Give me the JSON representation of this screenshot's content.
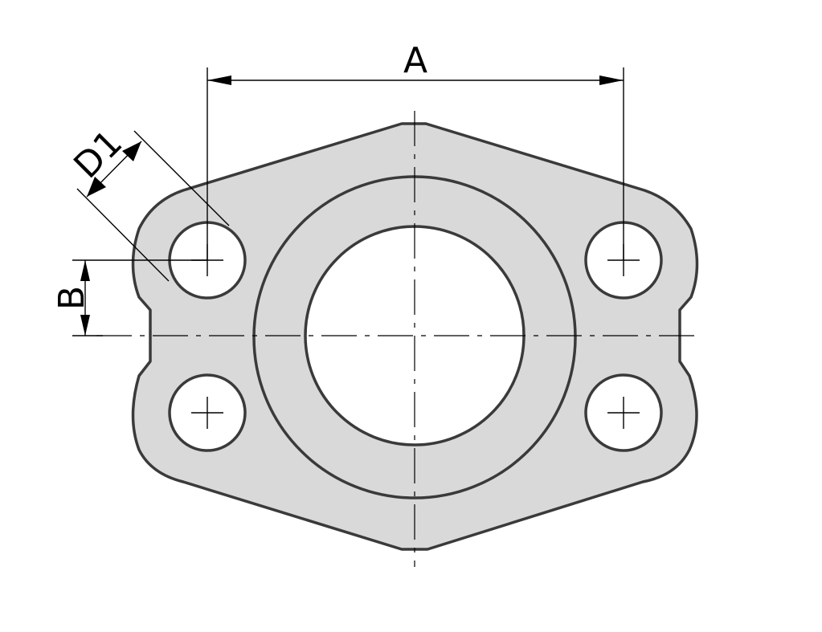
{
  "drawing": {
    "labels": {
      "dim_a": "A",
      "dim_b": "B",
      "dim_d1": "D1"
    },
    "colors": {
      "flange_fill": "#d9d9d9",
      "bore_fill": "#ffffff",
      "line": "#000000",
      "outline": "#3a3a3a"
    }
  }
}
